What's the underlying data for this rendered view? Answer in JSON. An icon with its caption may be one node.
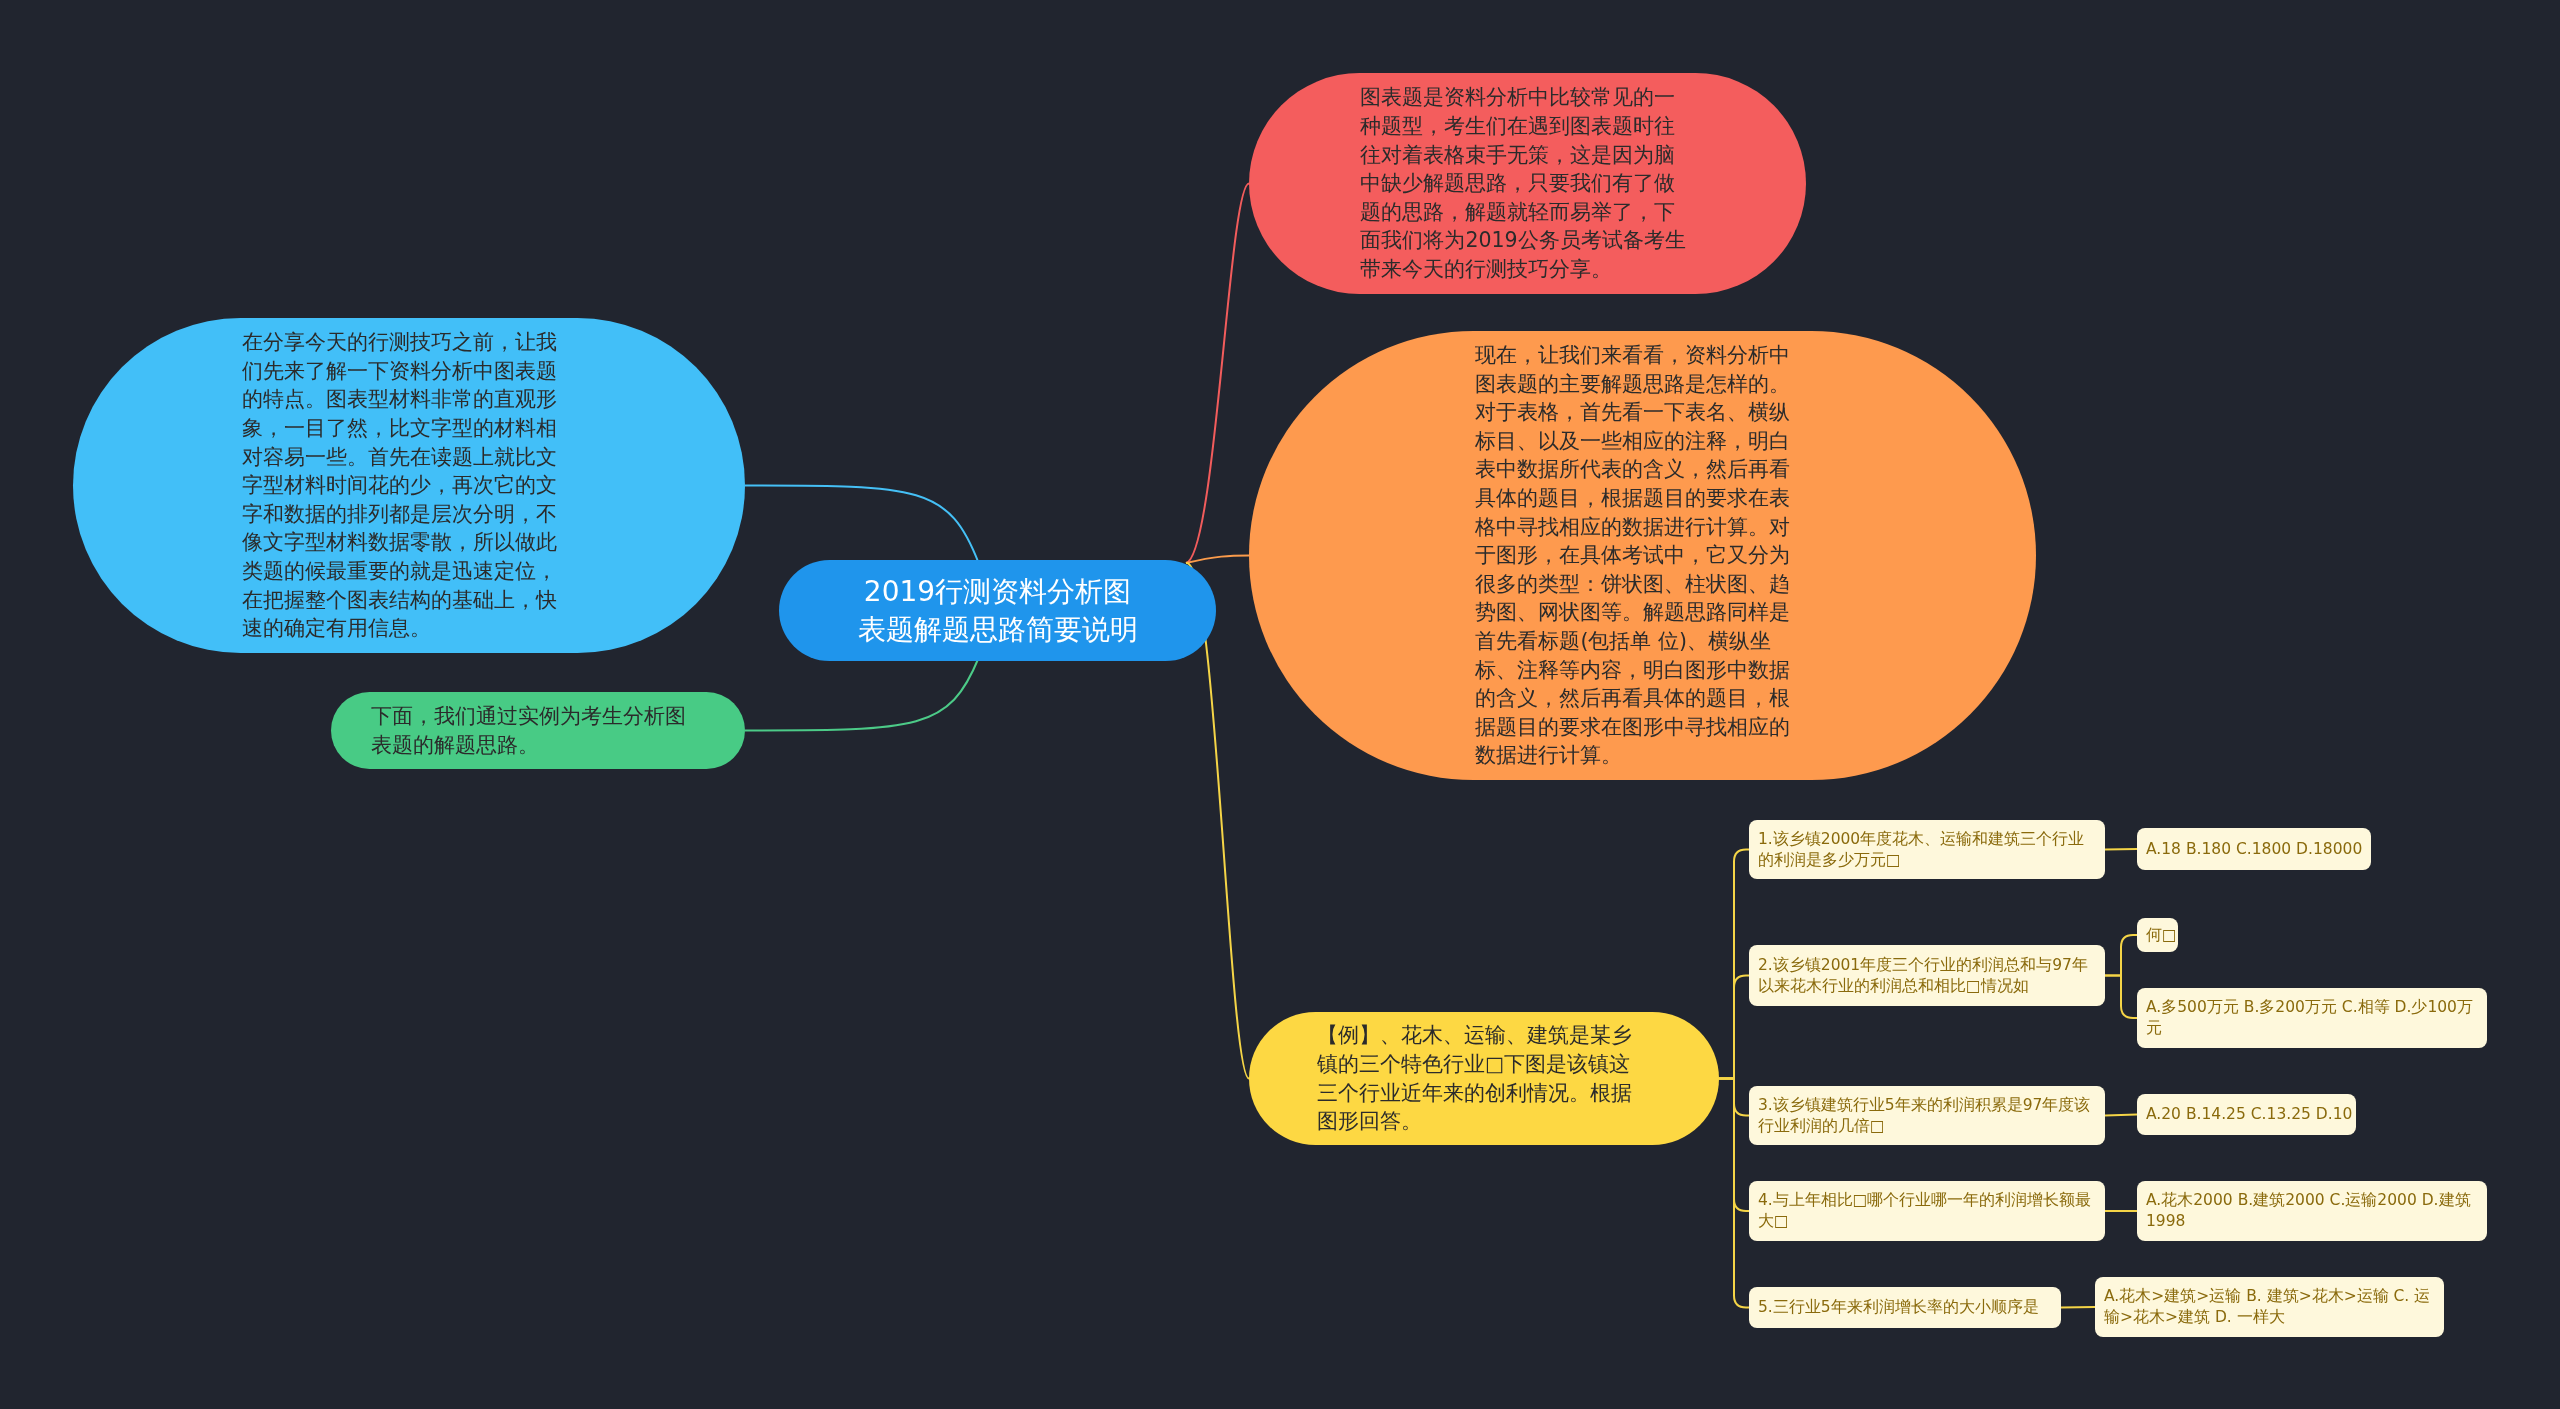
{
  "diagram": {
    "nodes": [
      {
        "text": [
          "2019行测资料分析图表题解题思路简要说明"
        ]
      },
      {
        "text": [
          "图表题是资料分析中比较常见的一种题型，考生们在遇到图表题时往往对着表格束手无策，这是因为脑中缺少解题思路，只要我们有了做题的思路，解题就轻而易举了，下面我们将为2019公务员考试备考生带来今天的行测技巧分享。"
        ]
      },
      {
        "text": [
          "现在，让我们来看看，资料分析中图表题的主要解题思路是怎样的。对于表格，首先看一下表名、横纵标目、以及一些相应的注释，明白表中数据所代表的含义，然后再看具体的题目，根据题目的要求在表格中寻找相应的数据进行计算。对于图形，在具体考试中，它又分为很多的类型：饼状图、柱状图、趋势图、网状图等。解题思路同样是首先看标题(包括单 位)、横纵坐标、注释等内容，明白图形中数据的含义，然后再看具体的题目，根据题目的要求在图形中寻找相应的数据进行计算。"
        ]
      },
      {
        "text": [
          "在分享今天的行测技巧之前，让我们先来了解一下资料分析中图表题的特点。图表型材料非常的直观形象，一目了然，比文字型的材料相对容易一些。首先在读题上就比文字型材料时间花的少，再次它的文字和数据的排列都是层次分明，不像文字型材料数据零散，所以做此类题的候最重要的就是迅速定位，在把握整个图表结构的基础上，快速的确定有用信息。"
        ]
      },
      {
        "text": [
          "下面，我们通过实例为考生分析图表题的解题思路。"
        ]
      },
      {
        "text": [
          "【例】、花木、运输、建筑是某乡镇的三个特色行业□下图是该镇这三个行业近年来的创利情况。根据图形回答。"
        ]
      },
      {
        "text": [
          "1.该乡镇2000年度花木、运输和建筑三个行业的利润是多少万元□"
        ]
      },
      {
        "text": [
          "A.18 B.180 C.1800 D.18000"
        ]
      },
      {
        "text": [
          "2.该乡镇2001年度三个行业的利润总和与97年以来花木行业的利润总和相比□情况如"
        ]
      },
      {
        "text": [
          "何□"
        ]
      },
      {
        "text": [
          "A.多500万元 B.多200万元 C.相等 D.少100万元"
        ]
      },
      {
        "text": [
          "3.该乡镇建筑行业5年来的利润积累是97年度该行业利润的几倍□"
        ]
      },
      {
        "text": [
          "A.20 B.14.25 C.13.25 D.10"
        ]
      },
      {
        "text": [
          "4.与上年相比□哪个行业哪一年的利润增长额最大□"
        ]
      },
      {
        "text": [
          "A.花木2000 B.建筑2000 C.运输2000 D.建筑1998"
        ]
      },
      {
        "text": [
          "5.三行业5年来利润增长率的大小顺序是"
        ]
      },
      {
        "text": [
          "A.花木>建筑>运输 B. 建筑>花木>运输 C. 运输>花木>建筑 D. 一样大"
        ]
      }
    ],
    "edges": [
      {
        "from": 0,
        "to": 1,
        "arrow": "none",
        "color": "#f25c5c"
      },
      {
        "from": 0,
        "to": 2,
        "arrow": "none",
        "color": "#fb9b4b"
      },
      {
        "from": 0,
        "to": 3,
        "arrow": "none",
        "color": "#45c0f6"
      },
      {
        "from": 0,
        "to": 4,
        "arrow": "none",
        "color": "#4ccb88"
      },
      {
        "from": 0,
        "to": 5,
        "arrow": "none"
      },
      {
        "from": 5,
        "to": 6,
        "arrow": "none"
      },
      {
        "from": 5,
        "to": 8,
        "arrow": "none"
      },
      {
        "from": 5,
        "to": 11,
        "arrow": "none"
      },
      {
        "from": 5,
        "to": 13,
        "arrow": "none"
      },
      {
        "from": 5,
        "to": 15,
        "arrow": "none"
      },
      {
        "from": 6,
        "to": 7,
        "arrow": "none"
      },
      {
        "from": 8,
        "to": 9,
        "arrow": "none"
      },
      {
        "from": 8,
        "to": 10,
        "arrow": "none"
      },
      {
        "from": 11,
        "to": 12,
        "arrow": "none"
      },
      {
        "from": 13,
        "to": 14,
        "arrow": "none"
      },
      {
        "from": 15,
        "to": 16,
        "arrow": "none"
      }
    ]
  }
}
